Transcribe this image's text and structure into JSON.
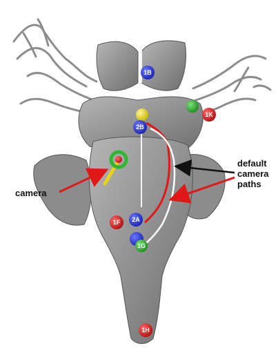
{
  "labels": {
    "camera": "camera",
    "default_line1": "default",
    "default_line2": "camera",
    "default_line3": "paths"
  },
  "markers": [
    {
      "id": "1B",
      "color": "blue"
    },
    {
      "id": "2B",
      "color": "blue"
    },
    {
      "id": "2A",
      "color": "blue"
    },
    {
      "id": "1G",
      "color": "blue-green"
    },
    {
      "id": "1F",
      "color": "red"
    },
    {
      "id": "1K",
      "color": "red"
    },
    {
      "id": "1H",
      "color": "red"
    }
  ],
  "colors": {
    "red": "#e01818",
    "blue": "#2233dd",
    "green": "#2fb82f",
    "yellow": "#f0e020",
    "tissue": "#8a8a8a"
  }
}
